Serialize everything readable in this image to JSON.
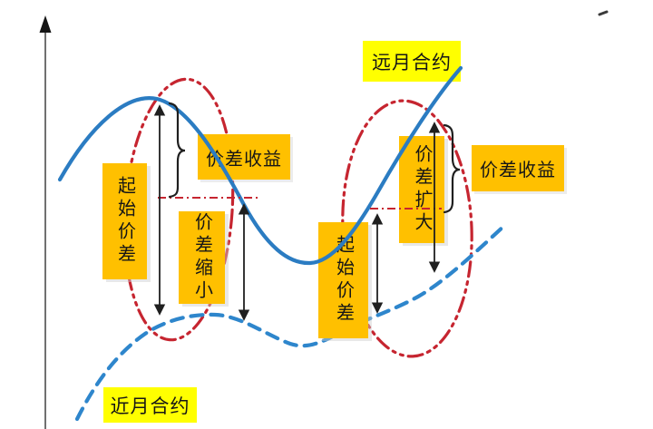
{
  "labels": {
    "far_contract": "远月合约",
    "near_contract": "近月合约",
    "spread_income_left": "价差收益",
    "spread_income_right": "价差收益",
    "initial_spread_left": "起始价差",
    "initial_spread_right": "起始价差",
    "spread_narrowing": "价差缩小",
    "spread_widening": "价差扩大"
  },
  "curves": [
    {
      "id": "far-month",
      "label": "远月合约",
      "style": "solid",
      "color": "#2b7cc2"
    },
    {
      "id": "near-month",
      "label": "近月合约",
      "style": "dashed",
      "color": "#2e86cc"
    }
  ],
  "colors": {
    "far_month_line": "#2b7cc2",
    "near_month_line": "#2e86cc",
    "highlight_red": "#c62530",
    "label_yellow": "#ffff00",
    "label_orange": "#ffc000",
    "axis_gray": "#707070",
    "arrow_black": "#1f1f1f"
  }
}
